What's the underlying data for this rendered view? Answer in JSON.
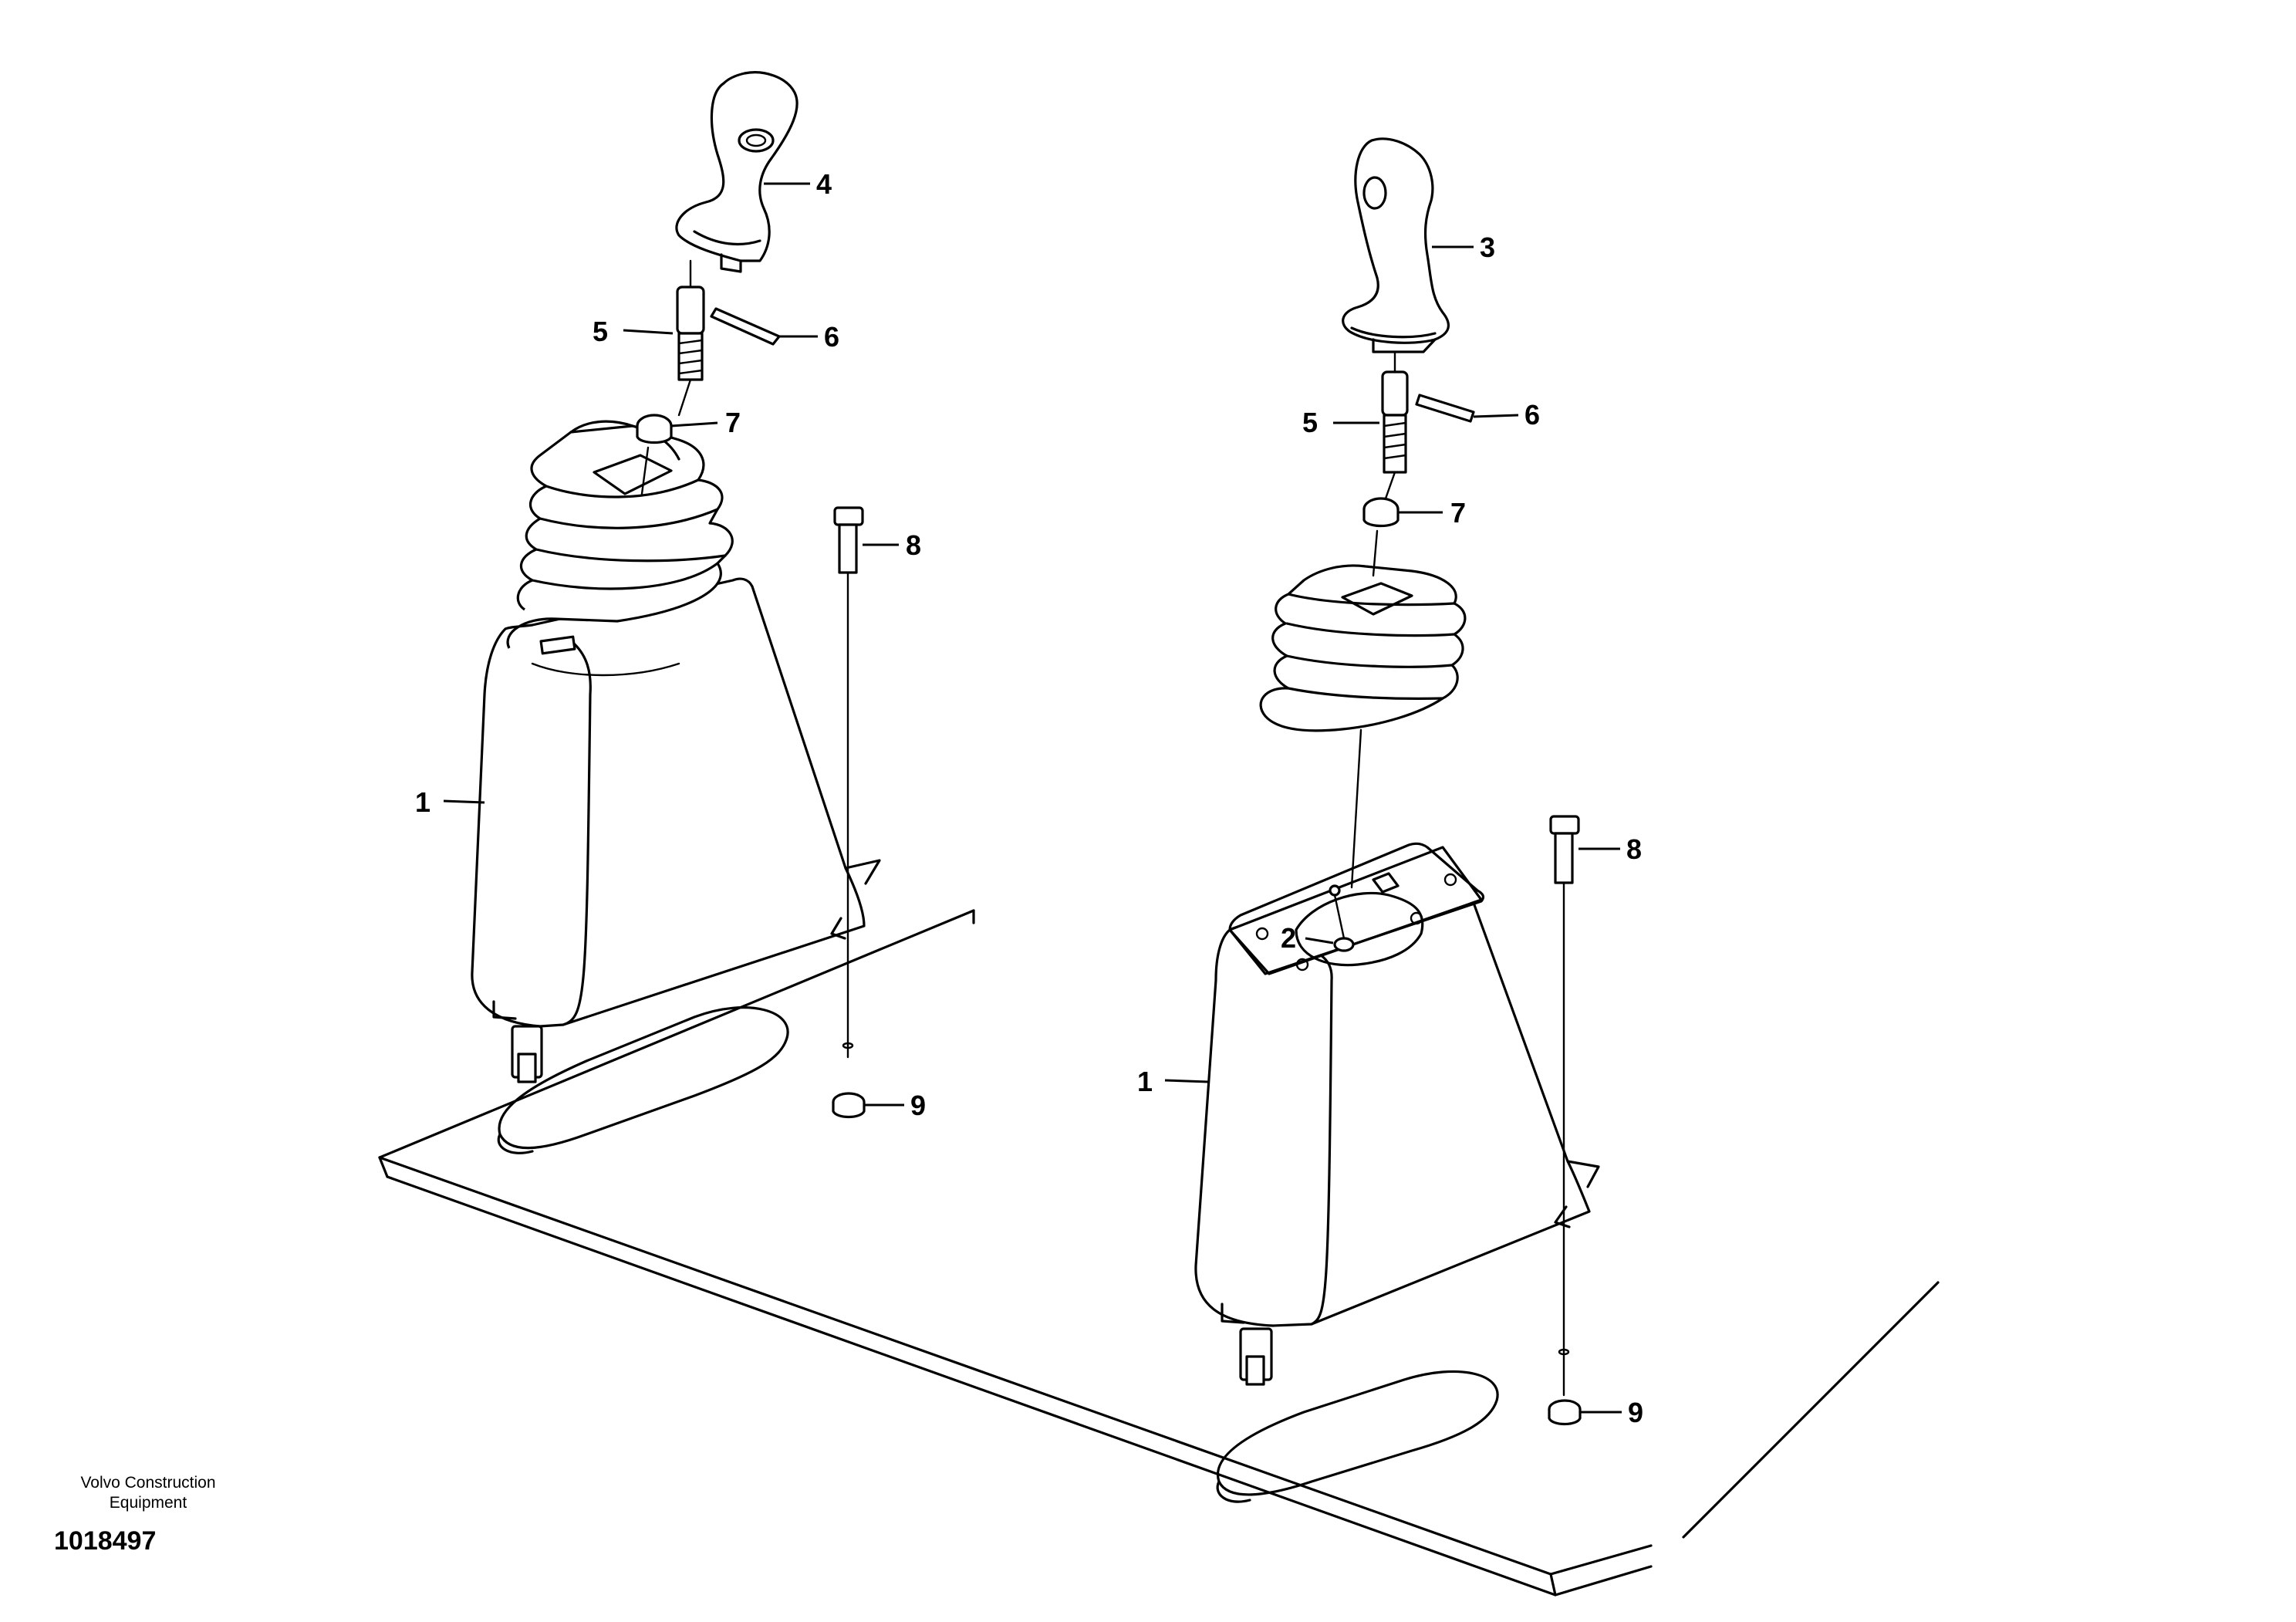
{
  "callouts": {
    "l_handle": "4",
    "l_sleeve": "5",
    "l_pin": "6",
    "l_nut": "7",
    "l_bolt": "8",
    "l_housing": "1",
    "l_washer_nut": "9",
    "r_handle": "3",
    "r_sleeve": "5",
    "r_pin": "6",
    "r_nut": "7",
    "r_plate_screw": "2",
    "r_bolt": "8",
    "r_housing": "1",
    "r_washer_nut": "9"
  },
  "footer": {
    "brand_line1": "Volvo Construction",
    "brand_line2": "Equipment",
    "drawing_number": "1018497"
  }
}
